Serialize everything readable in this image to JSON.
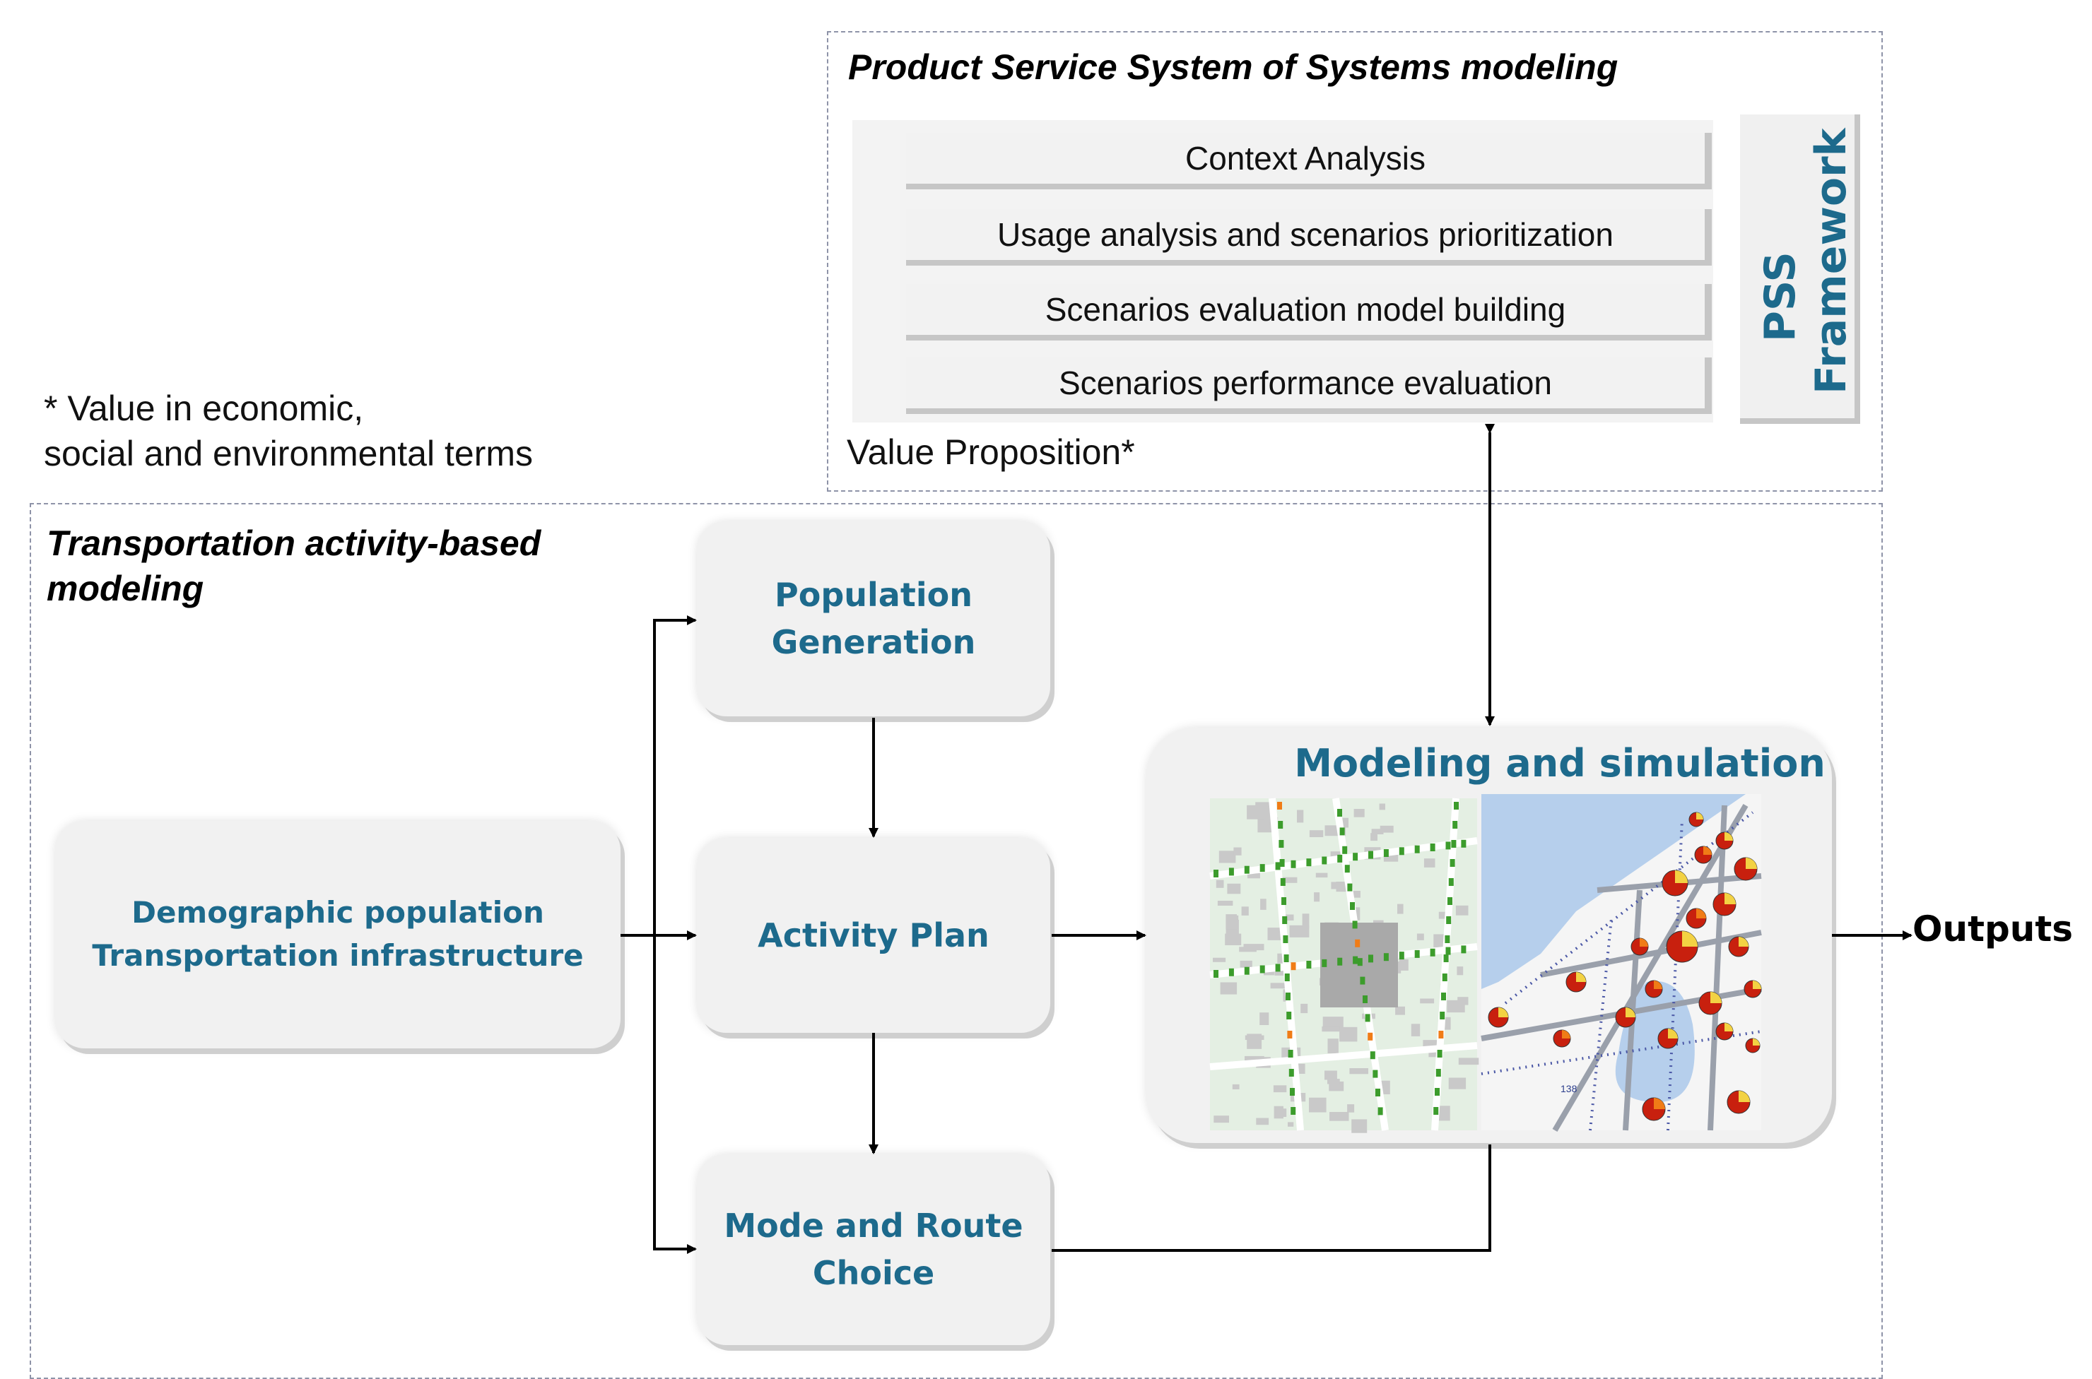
{
  "pss_panel": {
    "title": "Product Service System of Systems modeling",
    "layers": [
      "Context Analysis",
      "Usage analysis and scenarios prioritization",
      "Scenarios evaluation model building",
      "Scenarios performance evaluation"
    ],
    "framework_line1": "PSS",
    "framework_line2": "Framework",
    "value_proposition": "Value Proposition*"
  },
  "footnote": {
    "line1": "* Value in economic,",
    "line2": "social and environmental terms"
  },
  "tabm_panel": {
    "title_line1": "Transportation activity-based",
    "title_line2": "modeling"
  },
  "nodes": {
    "inputs_line1": "Demographic population",
    "inputs_line2": "Transportation infrastructure",
    "population_line1": "Population",
    "population_line2": "Generation",
    "activity_plan": "Activity Plan",
    "mode_line1": "Mode and Route",
    "mode_line2": "Choice",
    "simulation_title": "Modeling and simulation"
  },
  "outputs_label": "Outputs",
  "map_right": {
    "road_label": "138"
  },
  "colors": {
    "node_text": "#1d6a8c",
    "framework_text": "#1d6a8c",
    "dashed_border": "#8e93a8",
    "water": "#b6cfec",
    "land_left": "#e4efe3",
    "building": "#c9c9c9",
    "road_dots": "#4b58a6",
    "pie_red": "#c8200e",
    "pie_orange": "#f07c17",
    "pie_yellow": "#f3d243",
    "segment_green": "#3c9c2c"
  }
}
